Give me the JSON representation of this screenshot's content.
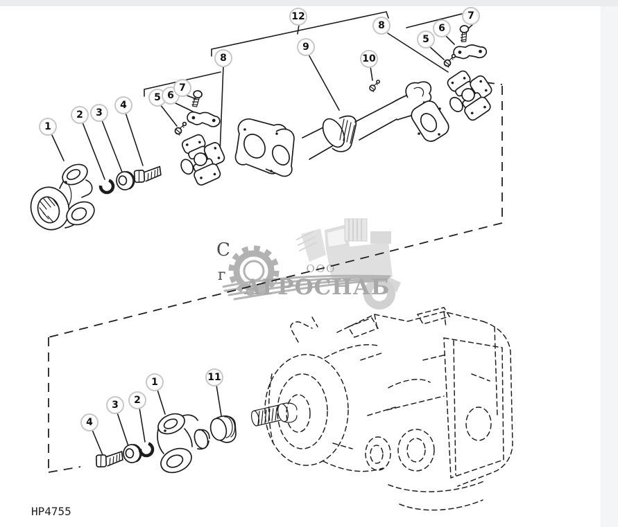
{
  "page": {
    "drawing_code": "HP4755",
    "background": "#ffffff",
    "top_band_color": "#eaecee",
    "side_band_color": "#f4f5f6",
    "line_color": "#1c1c1c",
    "balloon_ring_color": "#c7c7c7"
  },
  "watermark": {
    "org_type": "ООО",
    "name": "АГРОСНАБ",
    "text_fragment_1": "С",
    "text_fragment_2": "г",
    "color": "#a8a8a8",
    "logo": "gear-and-combine-harvester"
  },
  "callouts": [
    {
      "label": "1"
    },
    {
      "label": "2"
    },
    {
      "label": "3"
    },
    {
      "label": "4"
    },
    {
      "label": "5"
    },
    {
      "label": "6"
    },
    {
      "label": "7"
    },
    {
      "label": "8"
    },
    {
      "label": "12"
    },
    {
      "label": "9"
    },
    {
      "label": "10"
    },
    {
      "label": "8"
    },
    {
      "label": "5"
    },
    {
      "label": "6"
    },
    {
      "label": "7"
    },
    {
      "label": "1"
    },
    {
      "label": "11"
    },
    {
      "label": "2"
    },
    {
      "label": "3"
    },
    {
      "label": "4"
    }
  ]
}
